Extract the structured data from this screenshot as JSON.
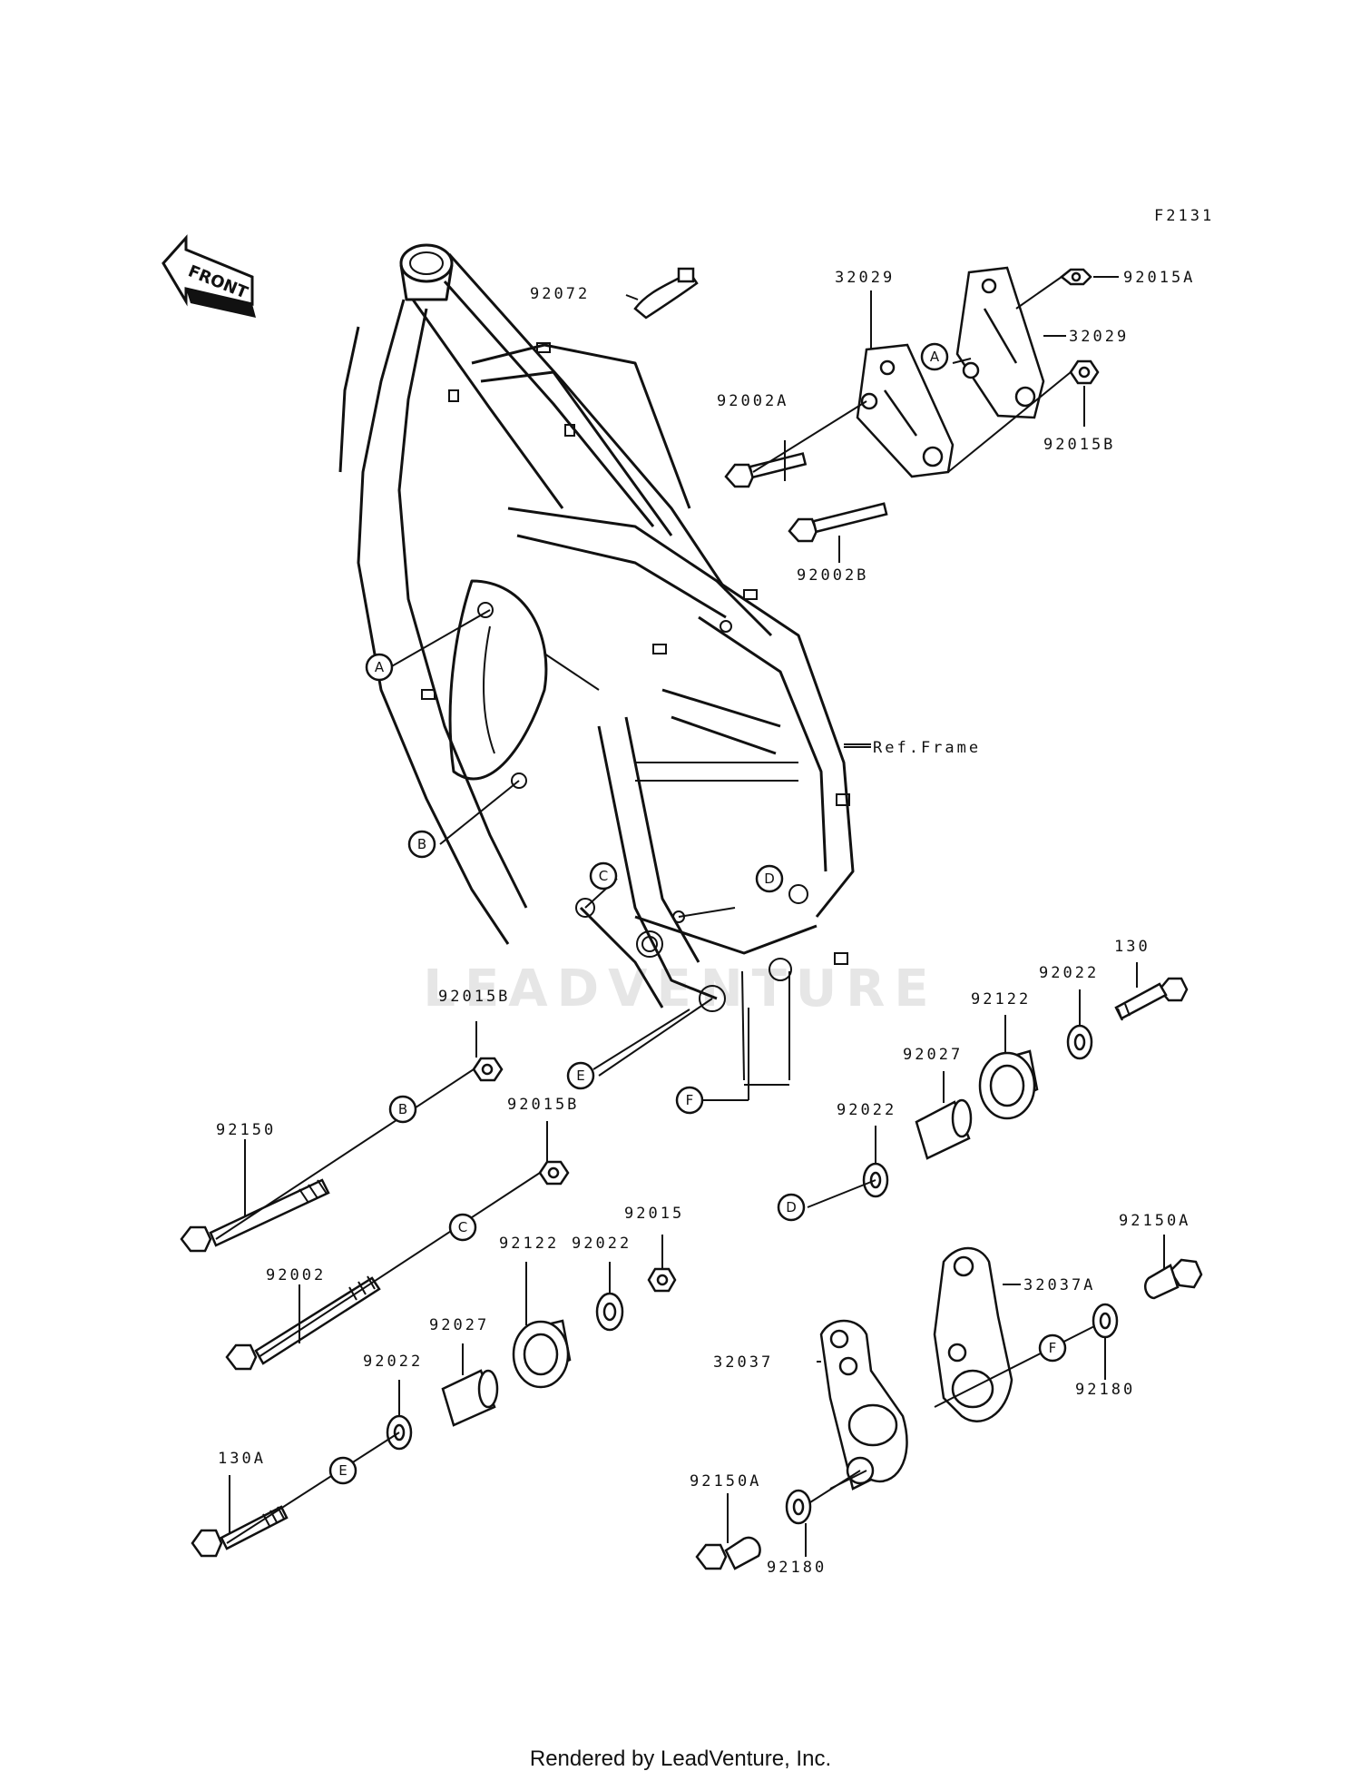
{
  "figure_code": "F2131",
  "front_label": "FRONT",
  "ref_label": "Ref.Frame",
  "watermark": "LEADVENTURE",
  "footer": "Rendered by LeadVenture, Inc.",
  "part_numbers": {
    "p92072": "92072",
    "p32029_left": "32029",
    "p32029_right": "32029",
    "p92015A": "92015A",
    "p92015B_top": "92015B",
    "p92002A": "92002A",
    "p92002B": "92002B",
    "p92015B_b": "92015B",
    "p92015B_c": "92015B",
    "p92150": "92150",
    "p92002": "92002",
    "p92015": "92015",
    "p92022_c1": "92022",
    "p92122_c": "92122",
    "p92027_c": "92027",
    "p92022_e": "92022",
    "p130A": "130A",
    "p130": "130",
    "p92022_r1": "92022",
    "p92122_r": "92122",
    "p92027_r": "92027",
    "p92022_d": "92022",
    "p92150A_top": "92150A",
    "p32037A": "32037A",
    "p32037": "32037",
    "p92180_right": "92180",
    "p92150A_bottom": "92150A",
    "p92180_bottom": "92180"
  },
  "callouts": {
    "A": "A",
    "B": "B",
    "C": "C",
    "D": "D",
    "E": "E",
    "F": "F"
  }
}
